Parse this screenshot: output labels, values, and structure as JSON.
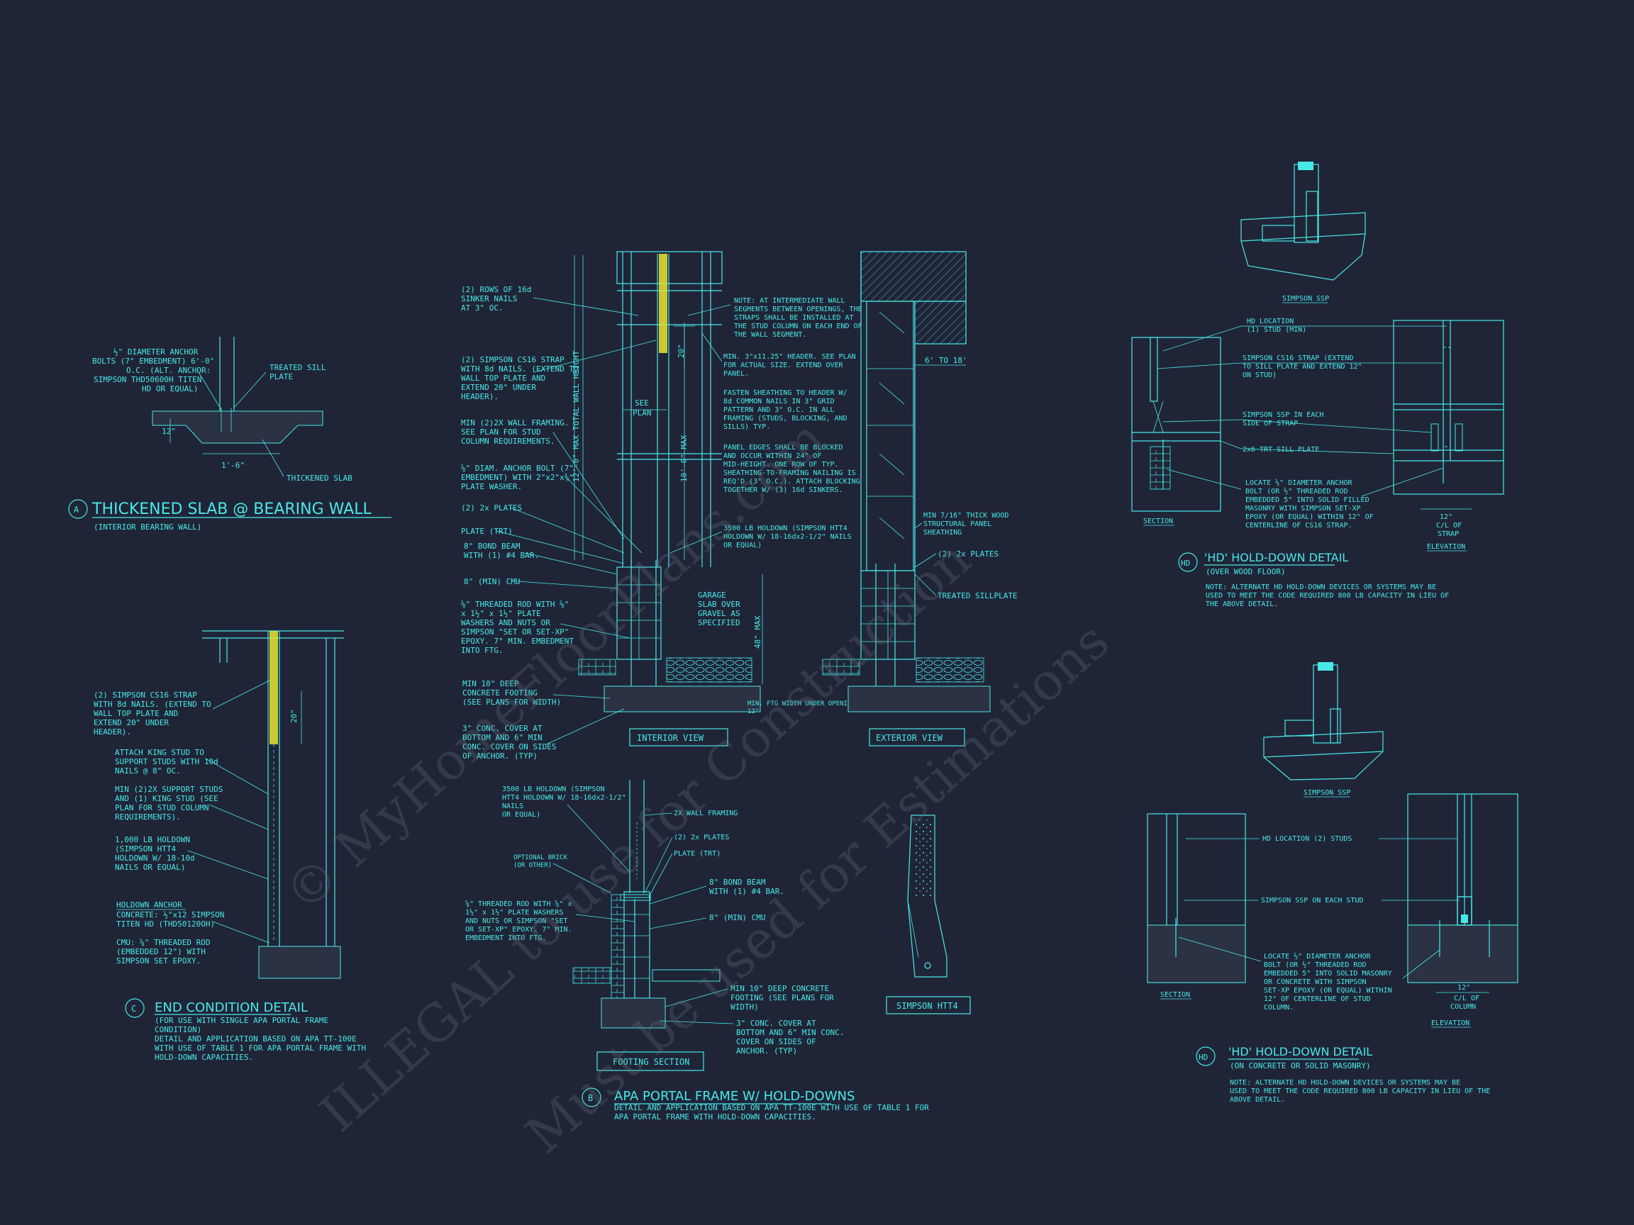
{
  "watermark": {
    "line1": "© MyHomeFloorPlans.com",
    "line2": "ILLEGAL to use for Construction",
    "line3": "Must be used for Estimations"
  },
  "detail_a": {
    "marker": "A",
    "title": "THICKENED SLAB @ BEARING WALL",
    "subtitle": "(INTERIOR BEARING WALL)",
    "notes": {
      "anchor": [
        "½\" DIAMETER ANCHOR",
        "BOLTS (7\" EMBEDMENT) 6'-0\"",
        "O.C. (ALT. ANCHOR:",
        "SIMPSON THD50600H TITEN",
        "HD OR EQUAL)"
      ],
      "sill": [
        "TREATED SILL",
        "PLATE"
      ],
      "slab": "THICKENED SLAB",
      "dim": "1'-6\"",
      "depth": "12\""
    }
  },
  "detail_b": {
    "marker": "B",
    "title": "APA PORTAL FRAME W/ HOLD-DOWNS",
    "subtitle": [
      "DETAIL AND APPLICATION BASED ON APA TT-100E WITH USE OF TABLE 1 FOR",
      "APA PORTAL FRAME WITH HOLD-DOWN CAPACITIES."
    ],
    "interior_label": "INTERIOR VIEW",
    "exterior_label": "EXTERIOR VIEW",
    "footing_label": "FOOTING SECTION",
    "htt4_label": "SIMPSON HTT4",
    "left_notes": [
      [
        "(2) ROWS OF 16d",
        "SINKER NAILS",
        "AT 3\" OC."
      ],
      [
        "(2) SIMPSON CS16 STRAP",
        "WITH 8d NAILS. (EXTEND TO",
        "WALL TOP PLATE AND",
        "EXTEND 20\" UNDER",
        "HEADER)."
      ],
      [
        "MIN (2)2X WALL FRAMING.",
        "SEE PLAN FOR STUD",
        "COLUMN REQUIREMENTS."
      ],
      [
        "⅝\" DIAM. ANCHOR BOLT (7\"",
        "EMBEDMENT) WITH 2\"x2\"x⅜\"",
        "PLATE WASHER."
      ],
      [
        "(2) 2x PLATES"
      ],
      [
        "PLATE (TRT)"
      ],
      [
        "8\" BOND BEAM",
        "WITH (1) #4 BAR."
      ],
      [
        "8\" (MIN) CMU"
      ],
      [
        "⅝\" THREADED ROD WITH ⅝\"",
        "x 1½\" x 1½\" PLATE",
        "WASHERS AND NUTS OR",
        "SIMPSON \"SET OR SET-XP\"",
        "EPOXY.  7\" MIN. EMBEDMENT",
        "INTO FTG."
      ],
      [
        "MIN 10\" DEEP",
        "CONCRETE FOOTING",
        "(SEE PLANS FOR WIDTH)"
      ],
      [
        "3\" CONC. COVER AT",
        "BOTTOM AND 6\" MIN",
        "CONC. COVER ON SIDES",
        "OF ANCHOR. (TYP)"
      ]
    ],
    "right_notes": [
      [
        "NOTE: AT INTERMEDIATE WALL",
        "SEGMENTS BETWEEN OPENINGS, THE",
        "STRAPS SHALL BE INSTALLED AT",
        "THE STUD COLUMN ON EACH END OF",
        "THE WALL SEGMENT."
      ],
      [
        "MIN. 3\"x11.25\" HEADER. SEE PLAN",
        "FOR ACTUAL SIZE. EXTEND OVER",
        "PANEL."
      ],
      [
        "FASTEN SHEATHING TO HEADER W/",
        "8d COMMON NAILS IN 3\" GRID",
        "PATTERN AND 3\" O.C. IN ALL",
        "FRAMING (STUDS, BLOCKING, AND",
        "SILLS) TYP."
      ],
      [
        "PANEL EDGES SHALL BE BLOCKED",
        "AND OCCUR WITHIN 24\" OF",
        "MID-HEIGHT.  ONE ROW OF TYP.",
        "SHEATHING-TO-FRAMING NAILING IS",
        "REQ'D (3\" O.C.).  ATTACH BLOCKING",
        "TOGETHER W/ (3) 16d SINKERS."
      ],
      [
        "3500 LB HOLDOWN (SIMPSON HTT4",
        "HOLDOWN W/ 18-16dx2-1/2\" NAILS",
        "OR EQUAL)"
      ]
    ],
    "dims": {
      "strap": "20\"",
      "see_plan": [
        "SEE",
        "PLAN"
      ],
      "max_height": "12'-0\" MAX TOTAL WALL HEIGHT",
      "ten_max": "10'-0\" MAX",
      "garage": [
        "GARAGE",
        "SLAB OVER",
        "GRAVEL AS",
        "SPECIFIED"
      ],
      "max48": "48\" MAX",
      "ftg_width": [
        "MIN. FTG WIDTH UNDER OPENING:",
        "12\""
      ],
      "span": "6' TO 18'"
    },
    "exterior_notes": [
      [
        "MIN 7/16\" THICK WOOD",
        "STRUCTURAL PANEL",
        "SHEATHING"
      ],
      [
        "(2) 2x PLATES"
      ],
      [
        "TREATED SILLPLATE"
      ]
    ],
    "footing_notes_left": [
      [
        "3500 LB HOLDOWN (SIMPSON",
        "HTT4 HOLDOWN W/ 18-16dx2-1/2\"",
        "NAILS",
        "OR EQUAL)"
      ],
      [
        "OPTIONAL BRICK",
        "(OR OTHER)"
      ],
      [
        "⅝\" THREADED ROD WITH ⅝\" x",
        "1½\" x 1½\" PLATE WASHERS",
        "AND NUTS OR SIMPSON \"SET",
        "OR SET-XP\" EPOXY.  7\" MIN.",
        "EMBEDMENT INTO FTG."
      ]
    ],
    "footing_notes_right": [
      [
        "2X WALL FRAMING"
      ],
      [
        "(2) 2x PLATES"
      ],
      [
        "PLATE (TRT)"
      ],
      [
        "8\" BOND BEAM",
        "WITH (1) #4 BAR."
      ],
      [
        "8\" (MIN) CMU"
      ],
      [
        "MIN 10\" DEEP CONCRETE",
        "FOOTING (SEE PLANS FOR",
        "WIDTH)"
      ],
      [
        "3\" CONC. COVER AT",
        "BOTTOM AND 6\" MIN CONC.",
        "COVER ON SIDES OF",
        "ANCHOR. (TYP)"
      ]
    ]
  },
  "detail_c": {
    "marker": "C",
    "title": "END CONDITION DETAIL",
    "subtitle": [
      "(FOR USE WITH SINGLE APA PORTAL FRAME",
      "CONDITION)",
      "DETAIL AND APPLICATION BASED ON APA TT-100E",
      "WITH USE OF TABLE 1 FOR APA PORTAL FRAME WITH",
      "HOLD-DOWN CAPACITIES."
    ],
    "notes": [
      [
        "(2) SIMPSON CS16 STRAP",
        "WITH 8d NAILS. (EXTEND TO",
        "WALL TOP PLATE AND",
        "EXTEND 20\" UNDER",
        "HEADER)."
      ],
      [
        "ATTACH KING STUD TO",
        "SUPPORT STUDS WITH 10d",
        "NAILS @ 8\" OC."
      ],
      [
        "MIN (2)2X SUPPORT STUDS",
        "AND (1) KING STUD (SEE",
        "PLAN FOR STUD COLUMN",
        "REQUIREMENTS)."
      ],
      [
        "1,000 LB HOLDOWN",
        "(SIMPSON HTT4",
        "HOLDOWN W/ 18-10d",
        "NAILS OR EQUAL)"
      ]
    ],
    "holdown_title": "HOLDOWN ANCHOR",
    "holdown_notes": [
      [
        "CONCRETE: ½\"x12 SIMPSON",
        "TITEN HD (THD50120OH)"
      ],
      [
        "CMU: ⅝\" THREADED ROD",
        "(EMBEDDED 12\") WITH",
        "SIMPSON SET EPOXY."
      ]
    ],
    "dim": "20\""
  },
  "detail_hd1": {
    "marker": "HD",
    "title": "'HD' HOLD-DOWN DETAIL",
    "subtitle": "(OVER WOOD FLOOR)",
    "note": [
      "NOTE: ALTERNATE HD HOLD-DOWN DEVICES OR SYSTEMS MAY BE",
      "USED TO MEET THE CODE REQUIRED 800 LB CAPACITY IN LIEU OF",
      "THE ABOVE DETAIL."
    ],
    "ssp_label": "SIMPSON SSP",
    "section_label": "SECTION",
    "elevation_label": "ELEVATION",
    "callouts": [
      [
        "HD LOCATION",
        "(1) STUD (MIN)"
      ],
      [
        "SIMPSON CS16 STRAP (EXTEND",
        "TO SILL PLATE AND EXTEND 12\"",
        "ON STUD)"
      ],
      [
        "SIMPSON SSP IN EACH",
        "SIDE OF STRAP"
      ],
      [
        "2x6 TRT SILL PLATE"
      ],
      [
        "LOCATE ½\" DIAMETER ANCHOR",
        "BOLT (OR ½\" THREADED ROD",
        "EMBEDDED 5\" INTO SOLID FILLED",
        "MASONRY WITH SIMPSON SET-XP",
        "EPOXY (OR EQUAL) WITHIN 12\" OF",
        "CENTERLINE OF CS16 STRAP."
      ]
    ],
    "dim": [
      "12\"",
      "C/L OF",
      "STRAP"
    ]
  },
  "detail_hd2": {
    "marker": "HD",
    "title": "'HD' HOLD-DOWN DETAIL",
    "subtitle": "(ON CONCRETE OR SOLID MASONRY)",
    "note": [
      "NOTE: ALTERNATE HD HOLD-DOWN DEVICES OR SYSTEMS MAY BE",
      "USED TO MEET THE CODE REQUIRED 800 LB CAPACITY IN LIEU OF THE",
      "ABOVE DETAIL."
    ],
    "ssp_label": "SIMPSON SSP",
    "section_label": "SECTION",
    "elevation_label": "ELEVATION",
    "callouts": [
      [
        "HD LOCATION (2) STUDS"
      ],
      [
        "SIMPSON SSP ON EACH STUD"
      ],
      [
        "LOCATE ½\" DIAMETER ANCHOR",
        "BOLT (OR ½\" THREADED ROD",
        "EMBEDDED 5\" INTO SOLID MASONRY",
        "OR CONCRETE WITH SIMPSON",
        "SET-XP EPOXY (OR EQUAL) WITHIN",
        "12\" OF CENTERLINE OF STUD",
        "COLUMN."
      ]
    ],
    "dim": [
      "12\"",
      "C/L OF",
      "COLUMN"
    ]
  },
  "colors": {
    "background": "#1f2537",
    "line": "#49e8e8",
    "strap": "#e6e632",
    "watermark": "#6c7380"
  }
}
